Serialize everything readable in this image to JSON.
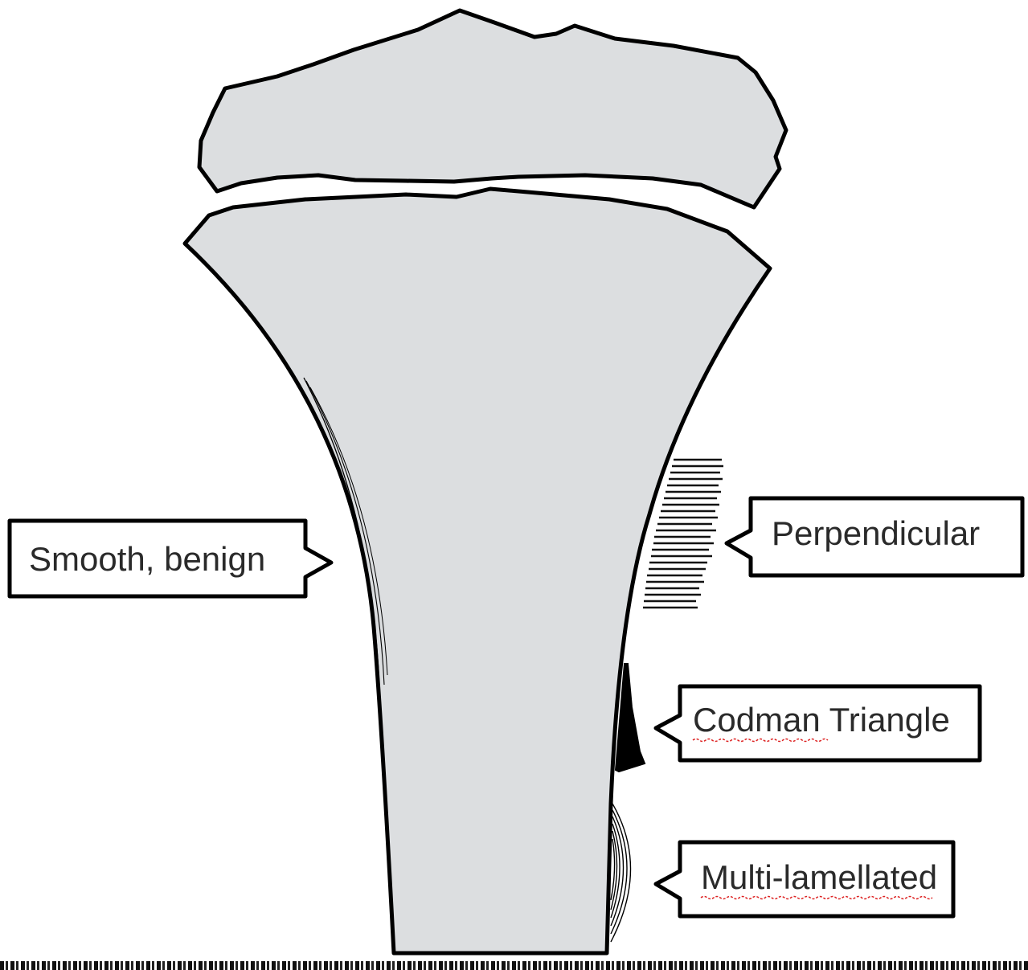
{
  "labels": {
    "smooth": "Smooth, benign",
    "perpendicular": "Perpendicular",
    "codman": "Codman Triangle",
    "multi": "Multi-lamellated"
  },
  "colors": {
    "bone_fill": "#dcdee0",
    "outline": "#000000",
    "spellcheck_underline": "#dd2222"
  }
}
